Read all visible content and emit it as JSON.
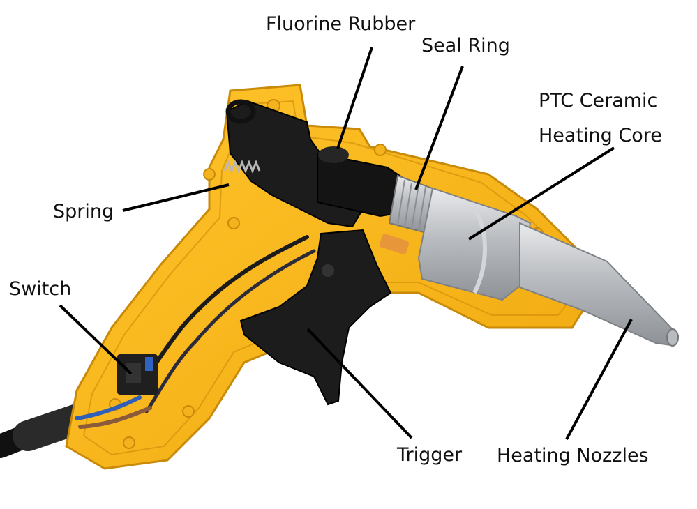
{
  "labels": {
    "fluorine_rubber": "Fluorine Rubber",
    "seal_ring": "Seal Ring",
    "ptc_line1": "PTC Ceramic",
    "ptc_line2": "Heating Core",
    "spring": "Spring",
    "switch": "Switch",
    "trigger": "Trigger",
    "heating_nozzles": "Heating Nozzles"
  },
  "colors": {
    "housing": "#f5b318",
    "housing_dark": "#c98a0a",
    "plastic": "#1b1b1b",
    "metal": "#c4c6c9",
    "leader": "#000000"
  }
}
